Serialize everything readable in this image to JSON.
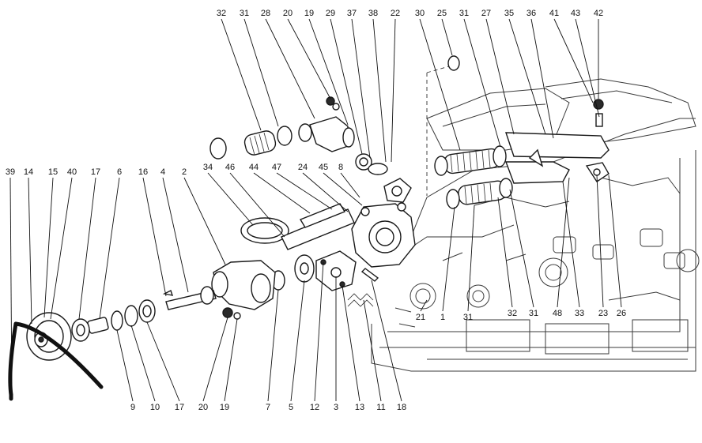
{
  "callouts_top": [
    "32",
    "31",
    "28",
    "20",
    "19",
    "29",
    "37",
    "38",
    "22",
    "30",
    "25",
    "31",
    "27",
    "35",
    "36",
    "41",
    "43",
    "42"
  ],
  "callouts_mid": [
    "34",
    "46",
    "44",
    "47",
    "24",
    "45",
    "8"
  ],
  "callouts_left": [
    "39",
    "14",
    "15",
    "40",
    "17",
    "6",
    "16",
    "4",
    "2"
  ],
  "callouts_bottom_left": [
    "9",
    "10",
    "17",
    "20",
    "19",
    "7",
    "5",
    "12",
    "3",
    "13",
    "11",
    "18"
  ],
  "callouts_bottom_right": [
    "21",
    "1",
    "31",
    "32",
    "31",
    "48",
    "33",
    "23",
    "26"
  ]
}
